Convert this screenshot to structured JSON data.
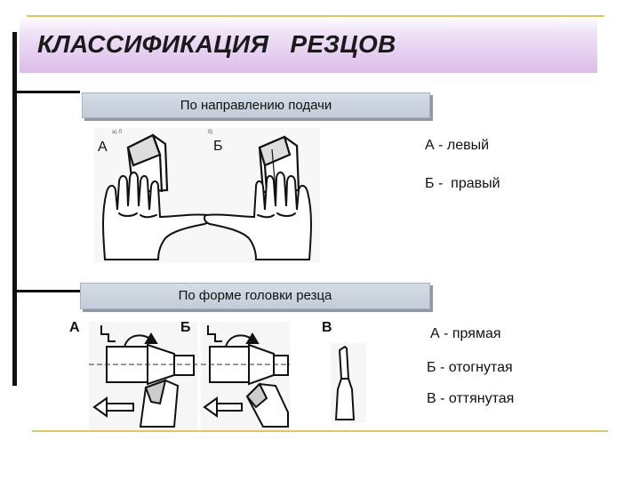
{
  "title": "КЛАССИФИКАЦИЯ   РЕЗЦОВ",
  "section1": {
    "header": "По направлению подачи",
    "img_label_a": "А",
    "img_label_b": "Б",
    "legend": [
      "А - левый",
      "Б -  правый"
    ]
  },
  "section2": {
    "header": "По  форме  головки  резца",
    "img_label_a": "А",
    "img_label_b": "Б",
    "img_label_v": "В",
    "legend": [
      "А - прямая",
      "Б - отогнутая",
      "В - оттянутая"
    ]
  },
  "colors": {
    "title_gradient_end": "#dcbcec",
    "gold_line": "#e2c75a",
    "banner_fill": "#cdd5df",
    "connector": "#101010"
  }
}
